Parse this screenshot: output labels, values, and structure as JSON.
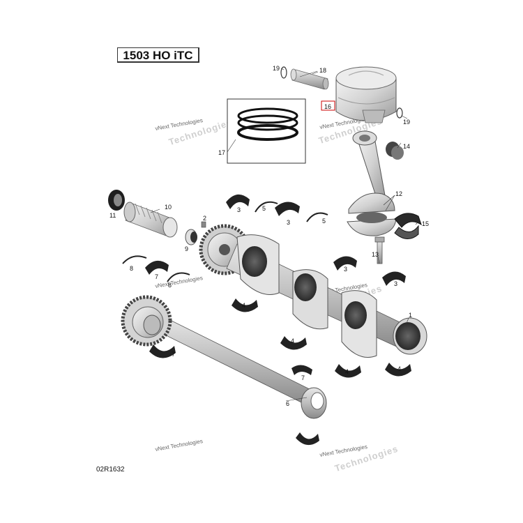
{
  "title": "1503 HO iTC",
  "diagram_code": "02R1632",
  "watermark": {
    "line1": "vNext Technologies",
    "line2": "Technologies"
  },
  "callouts": {
    "c1": "1",
    "c2": "2",
    "c3a": "3",
    "c3b": "3",
    "c3c": "3",
    "c3d": "3",
    "c4a": "4",
    "c4b": "4",
    "c4c": "4",
    "c4d": "4",
    "c5a": "5",
    "c5b": "5",
    "c6": "6",
    "c7a": "7",
    "c7b": "7",
    "c7c": "7",
    "c8a": "8",
    "c8b": "8",
    "c9": "9",
    "c10": "10",
    "c11": "11",
    "c12": "12",
    "c13": "13",
    "c14": "14",
    "c15": "15",
    "c16": "16",
    "c17": "17",
    "c18": "18",
    "c19a": "19",
    "c19b": "19"
  }
}
